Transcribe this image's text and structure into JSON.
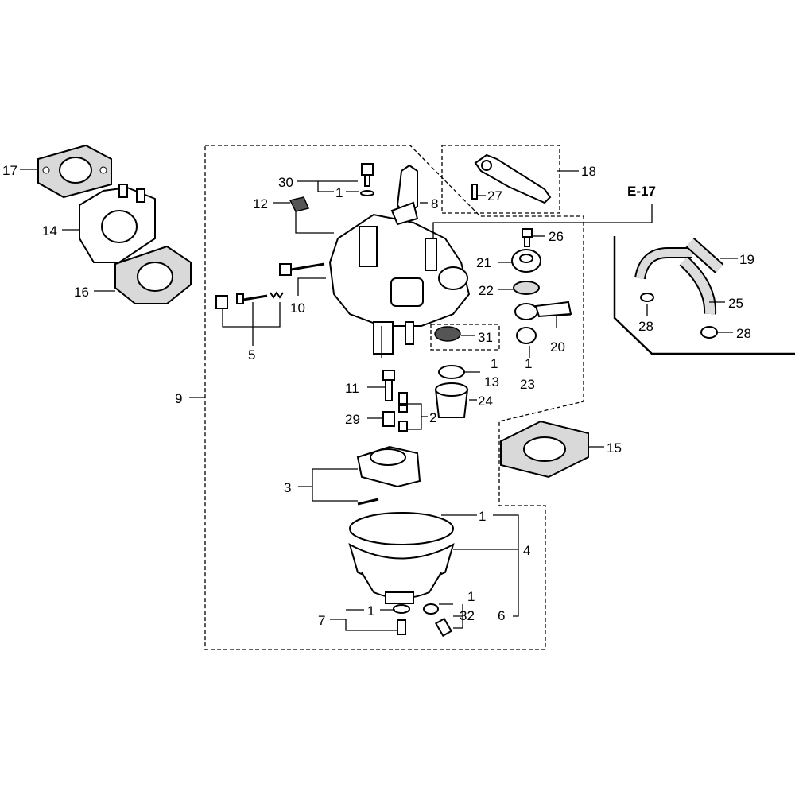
{
  "reference": "E-17",
  "callouts": {
    "c1a": "1",
    "c1b": "1",
    "c1c": "1",
    "c1d": "1",
    "c1e": "1",
    "c1f": "1",
    "c2": "2",
    "c3": "3",
    "c4": "4",
    "c5": "5",
    "c6": "6",
    "c7": "7",
    "c8": "8",
    "c9": "9",
    "c10": "10",
    "c11": "11",
    "c12": "12",
    "c13": "13",
    "c14": "14",
    "c15": "15",
    "c16": "16",
    "c17": "17",
    "c18": "18",
    "c19": "19",
    "c20": "20",
    "c21": "21",
    "c22": "22",
    "c23": "23",
    "c24": "24",
    "c25": "25",
    "c26": "26",
    "c27": "27",
    "c28a": "28",
    "c28b": "28",
    "c29": "29",
    "c30": "30",
    "c31": "31",
    "c32": "32"
  }
}
